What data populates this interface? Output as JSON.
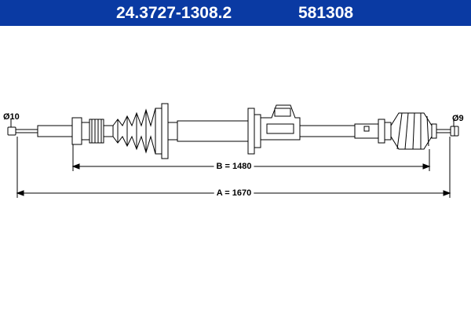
{
  "header": {
    "part_number": "24.3727-1308.2",
    "code": "581308",
    "background_color": "#0a3aa3",
    "text_color": "#ffffff"
  },
  "drawing": {
    "left_end_label": "Ø10",
    "right_end_label": "Ø9",
    "dimension_b": "B = 1480",
    "dimension_a": "A = 1670"
  }
}
